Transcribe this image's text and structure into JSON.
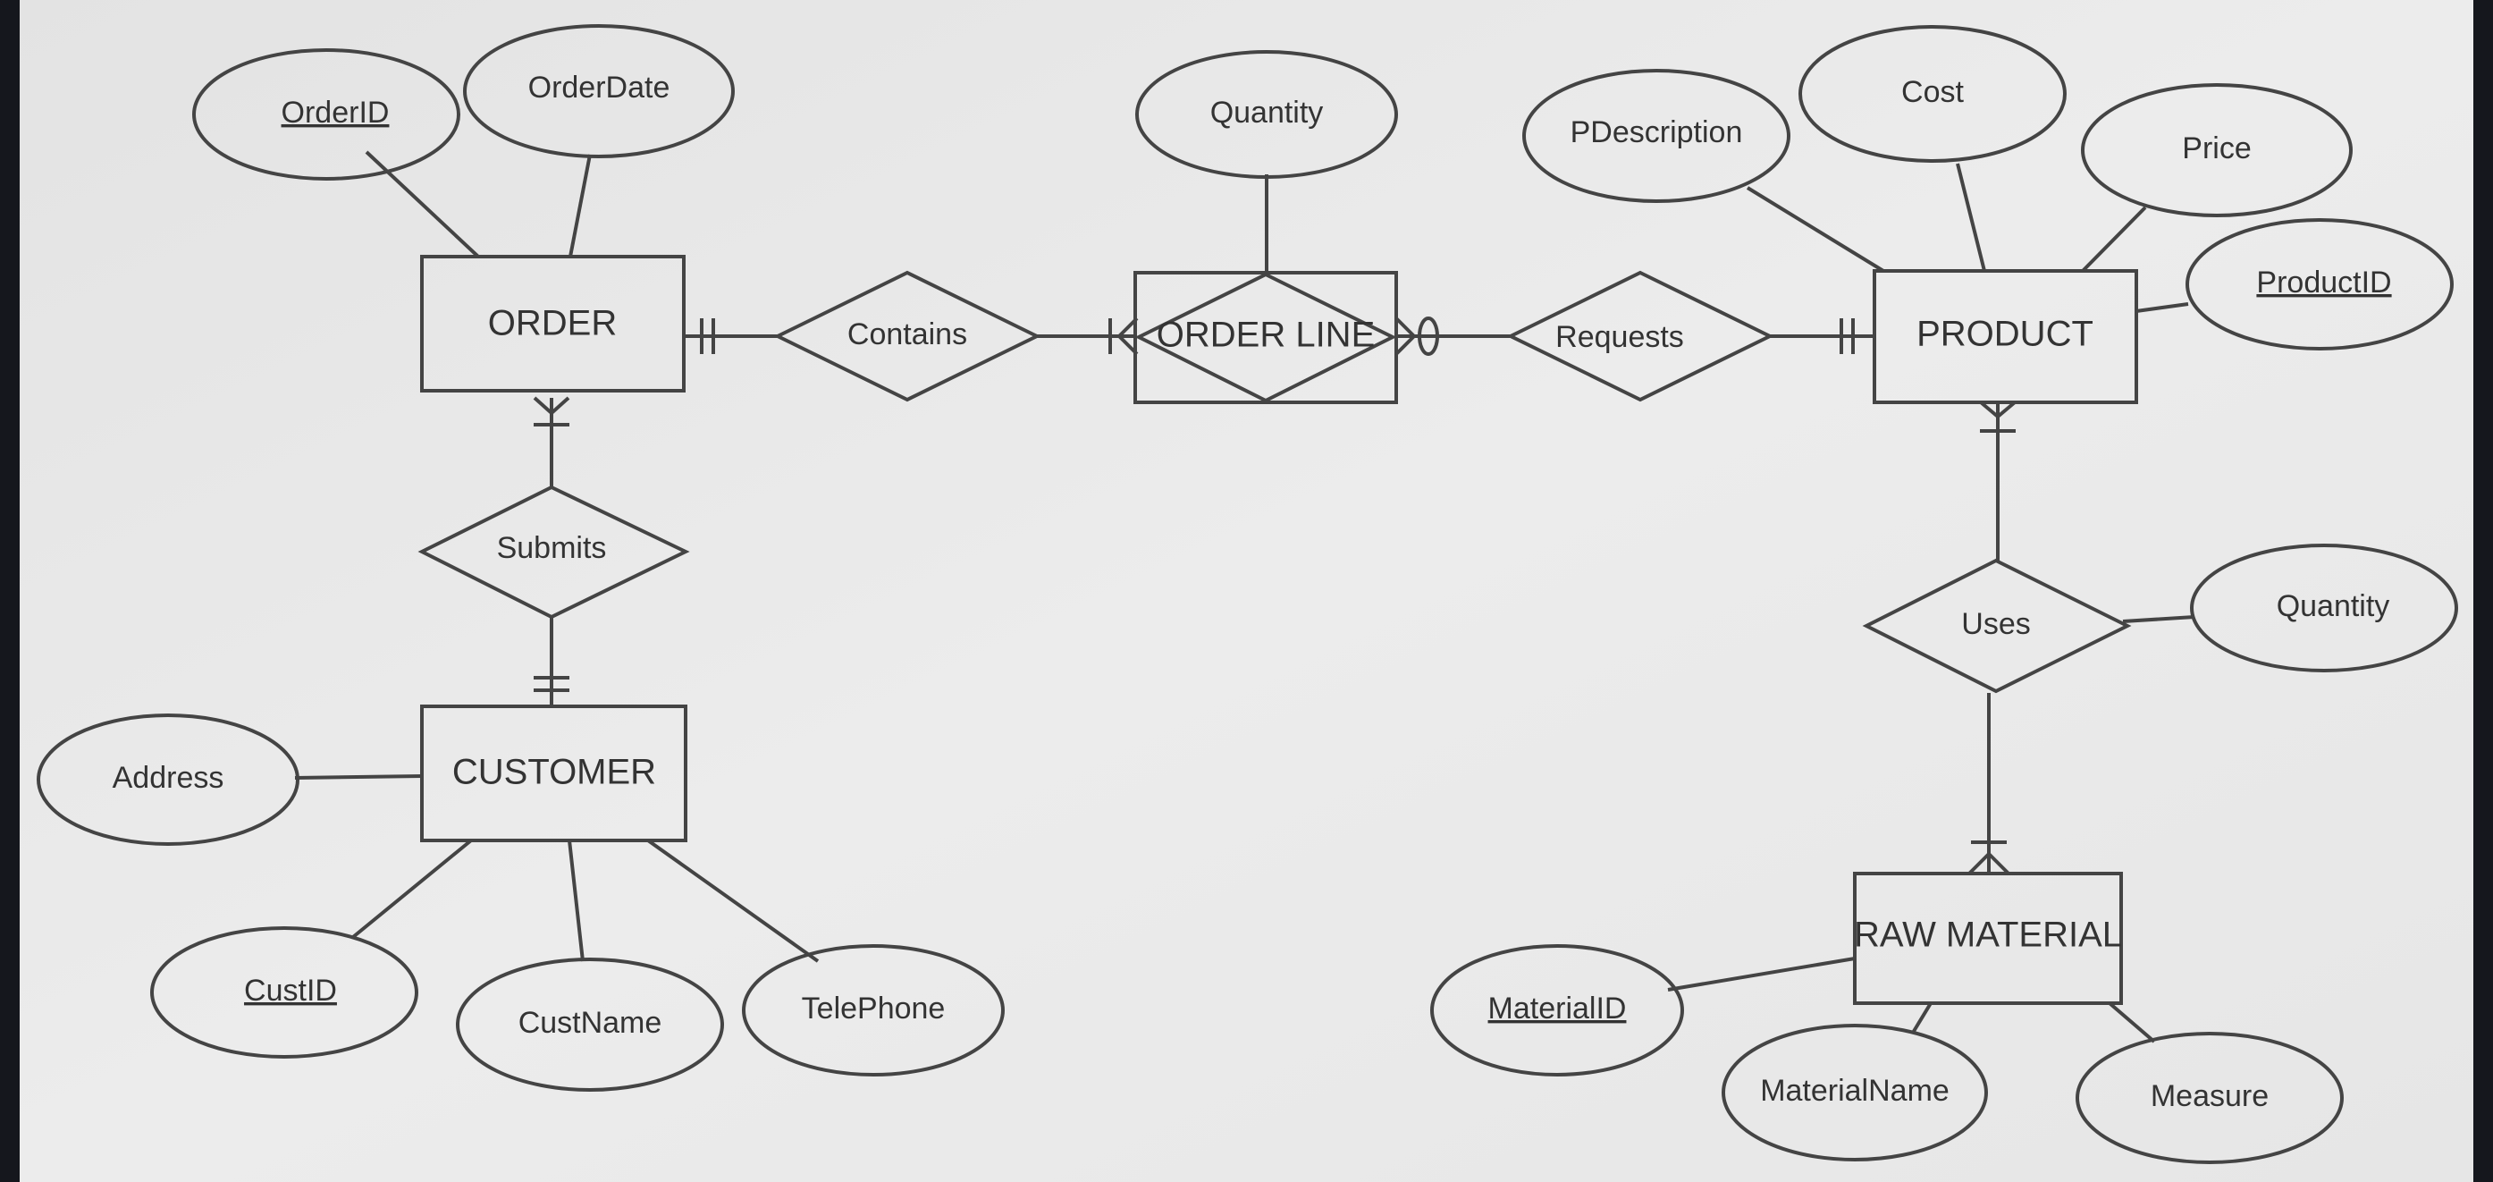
{
  "diagram": {
    "entities": {
      "order": "ORDER",
      "order_line": "ORDER LINE",
      "product": "PRODUCT",
      "customer": "CUSTOMER",
      "raw_material": "RAW MATERIAL"
    },
    "relationships": {
      "contains": "Contains",
      "requests": "Requests",
      "submits": "Submits",
      "uses": "Uses"
    },
    "attributes": {
      "order_id": "OrderID",
      "order_date": "OrderDate",
      "ol_quantity": "Quantity",
      "p_description": "PDescription",
      "cost": "Cost",
      "price": "Price",
      "product_id": "ProductID",
      "uses_quantity": "Quantity",
      "address": "Address",
      "cust_id": "CustID",
      "cust_name": "CustName",
      "telephone": "TelePhone",
      "material_id": "MaterialID",
      "material_name": "MaterialName",
      "measure": "Measure"
    }
  }
}
